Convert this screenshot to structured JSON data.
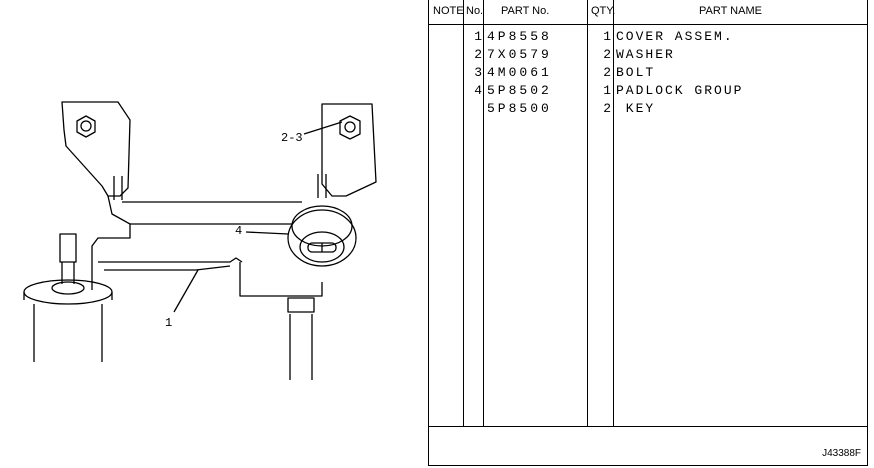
{
  "illustration": {
    "callouts": [
      "2-3",
      "4",
      "1"
    ]
  },
  "table": {
    "headers": {
      "note": "NOTE",
      "no": "No.",
      "part_no": "PART No.",
      "qty": "QTY.",
      "part_name": "PART NAME"
    },
    "rows": [
      {
        "no": "1",
        "part_no": "4P8558",
        "qty": "1",
        "name": "COVER ASSEM."
      },
      {
        "no": "2",
        "part_no": "7X0579",
        "qty": "2",
        "name": "WASHER"
      },
      {
        "no": "3",
        "part_no": "4M0061",
        "qty": "2",
        "name": "BOLT"
      },
      {
        "no": "4",
        "part_no": "5P8502",
        "qty": "1",
        "name": "PADLOCK GROUP"
      },
      {
        "no": "",
        "part_no": "5P8500",
        "qty": "2",
        "name": " KEY"
      }
    ]
  },
  "reference_code": "J43388F"
}
